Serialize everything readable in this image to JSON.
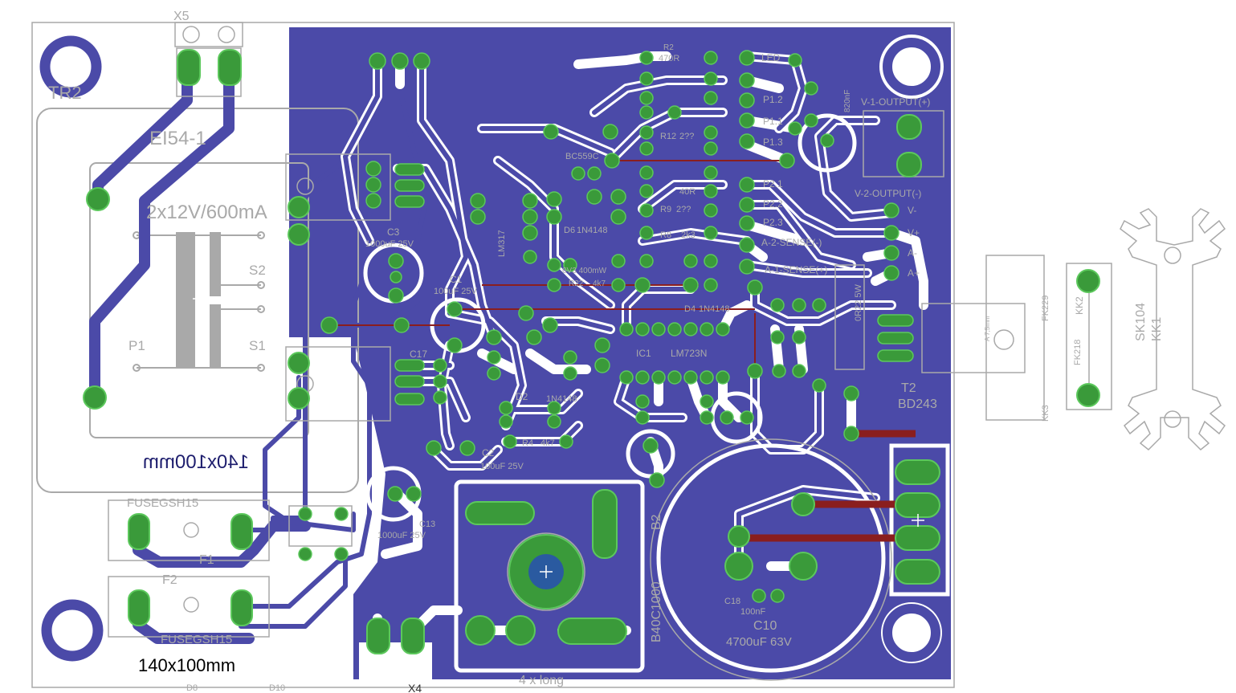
{
  "colors": {
    "background": "#ffffff",
    "copper": "#4b4aa8",
    "trace_cut": "#ffffff",
    "silkscreen": "#a9a9a9",
    "pad": "#3a9a3a",
    "pad_light": "#49b84a",
    "airwire": "#8a1e1e"
  },
  "labels": {
    "x5": "X5",
    "x4": "X4",
    "tr2": "TR2",
    "ei54": "EI54-1",
    "trafo_rating": "2x12V/600mA",
    "s2": "S2",
    "s1": "S1",
    "p1": "P1",
    "size_mirrored": "140x100mm",
    "size": "140x100mm",
    "fuse_top": "FUSEGSH15",
    "fuse_bottom": "FUSEGSH15",
    "f1": "F1",
    "f2": "F2",
    "d8": "D8",
    "d10": "D10",
    "c3": "C3",
    "c3_value": "1000uF 25V",
    "c1": "C1",
    "c1_value": "100uF 25V",
    "c17": "C17",
    "c2": "C2",
    "c2_value": "100uF 25V",
    "c13": "C13",
    "c13_value": "1000uF 25V",
    "c10": "C10",
    "c10_value": "4700uF 63V",
    "c18": "C18",
    "c18_value": "100nF",
    "ic1": "IC1",
    "ic1_part": "LM723N",
    "d2": "D2",
    "d2_part": "1N4148",
    "d4": "D4",
    "d4_part": "1N4148",
    "d6": "D6",
    "d6_part": "1N4148",
    "zener": "6V3 400mW",
    "r22": "R22",
    "r22_value": "4k7",
    "r4": "R4",
    "r4_value": "4k7",
    "r9": "R9",
    "r9_value": "2??",
    "r8": "R8",
    "r8_value": "2k3",
    "r12": "R12",
    "r12_value": "2??",
    "r7_value": "40R",
    "r2": "R2",
    "r2_value": "470R",
    "bc": "BC559C",
    "b2": "B2",
    "bridge": "B40C1000",
    "t2": "T2",
    "t2_part": "BD243",
    "kk2": "KK2",
    "kk1": "KK1",
    "kk3": "KK3",
    "sk104": "SK104",
    "fk218": "FK218",
    "fk229": "FK229",
    "shunt": "0R22 5W",
    "ic_opt": "LM317",
    "v1_out": "V-1-OUTPUT(+)",
    "v2_out": "V-2-OUTPUT(-)",
    "a2_sense": "A-2-SENSE(-)",
    "a1_sense": "A-1-SENSE(+)",
    "p2_1": "P2.1",
    "p2_2": "P2.2",
    "p2_3": "P2.3",
    "p1_1": "P1.1",
    "p1_2": "P1.2",
    "p1_3": "P1.3",
    "led": "LED",
    "v_minus": "V-",
    "v_plus": "V+",
    "a_minus": "A-",
    "a_plus": "A+",
    "cap_820": "820nF",
    "four_x_long": "4 x long",
    "sink_dim": "A 7,5mm"
  }
}
